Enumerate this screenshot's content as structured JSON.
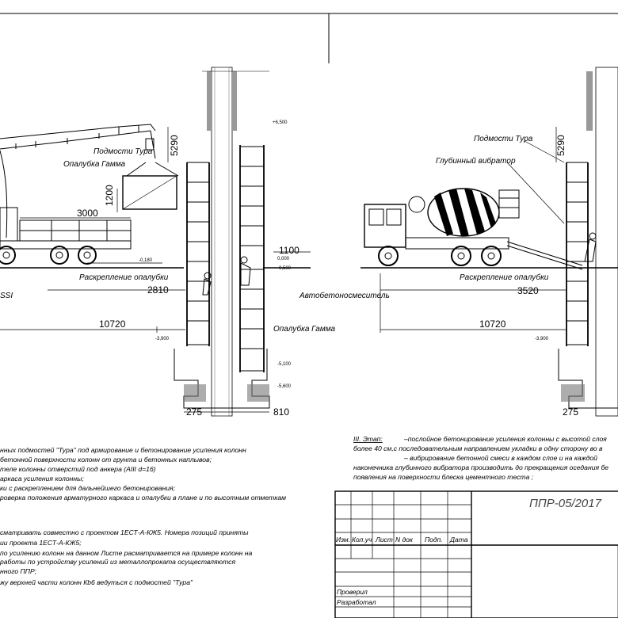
{
  "left_section": {
    "height_dim": "5290",
    "crane_label": "Подмости Тура",
    "formwork_label": "Опалубка Гамма",
    "load_height_dim": "1200",
    "truck_dim": "3000",
    "level_top": "+6,500",
    "level_ground": "-0,180",
    "level_zero": "0,000",
    "level_minus": "-0,500",
    "side_dim": "1100",
    "strip_label": "Раскрепление опалубки",
    "strip_dim": "2810",
    "partial_label": "SSI",
    "total_dim": "10720",
    "formwork_label_2": "Опалубка Гамма",
    "level_foundation": "-3,900",
    "level_pile": "-5,100",
    "level_bottom": "-5,600",
    "dim_bottom_left": "275",
    "dim_bottom_right": "810"
  },
  "right_section": {
    "height_dim": "5290",
    "scaffold_label": "Подмости Тура",
    "vibrator_label": "Глубинный вибратор",
    "strip_label": "Раскрепление опалубки",
    "mixer_label": "Автобетоносмеситель",
    "strip_dim": "3520",
    "total_dim": "10720",
    "level_foundation": "-3,900",
    "dim_bottom_left": "275"
  },
  "notes_left": [
    "нных подмостей \"Тура\" под армирование и бетонирование усиления колонн",
    "бетонной поверхности колонн от грунта и бетонных наплывов;",
    "теле колонны отверстий под анкера (AIII d=16)",
    "аркаса усиления колонны;",
    "ки с раскреплением для дальнейшего бетонирования;",
    "роверка положения арматурного каркаса и опалубки в плане и по высотным отметкам",
    "",
    "сматривать совместно с проектом 1ЕСТ-А-КЖ5. Номера позиций приняты",
    "ии проекта 1ЕСТ-А-КЖ5;",
    "по усилению колонн на данном Листе расматривается на примере колонн на",
    "работы по устройству усилений из металлопроката осуществляются",
    "нного ППР;",
    "жу верхней части колонн Кb6 ведуться с подмостей \"Тура\""
  ],
  "notes_right": {
    "stage_label": "III. Этап:",
    "lines": [
      "–послойное бетонирование усиления колонны с высотой слоя",
      "более 40 см,с последовательным направлением укладки в одну сторону во в",
      "– вибрирование бетонной смеси в каждом слое и на каждой",
      "наконечника глубинного вибратора производить до прекращения оседания бе",
      "появления на поверхности блеска цементного теста ;"
    ]
  },
  "title_block": {
    "code": "ППР-05/2017",
    "col_headers": [
      "Изм.",
      "Кол.уч",
      "Лист",
      "N док",
      "Подп.",
      "Дата"
    ],
    "rows": [
      "Проверил",
      "Разработал"
    ]
  }
}
